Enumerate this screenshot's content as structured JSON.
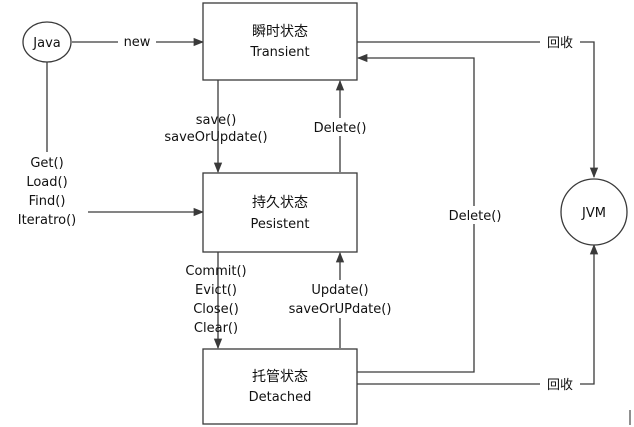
{
  "nodes": {
    "java": {
      "label": "Java"
    },
    "jvm": {
      "label": "JVM"
    },
    "transient": {
      "title": "瞬时状态",
      "subtitle": "Transient"
    },
    "persistent": {
      "title": "持久状态",
      "subtitle": "Pesistent"
    },
    "detached": {
      "title": "托管状态",
      "subtitle": "Detached"
    }
  },
  "edges": {
    "java_to_transient": "new",
    "transient_to_persistent": [
      "save()",
      "saveOrUpdate()"
    ],
    "persistent_to_transient": "Delete()",
    "java_to_persistent": [
      "Get()",
      "Load()",
      "Find()",
      "Iteratro()"
    ],
    "persistent_to_detached": [
      "Commit()",
      "Evict()",
      "Close()",
      "Clear()"
    ],
    "detached_to_persistent": [
      "Update()",
      "saveOrUPdate()"
    ],
    "detached_to_transient": "Delete()",
    "transient_to_jvm": "回收",
    "detached_to_jvm": "回收"
  }
}
